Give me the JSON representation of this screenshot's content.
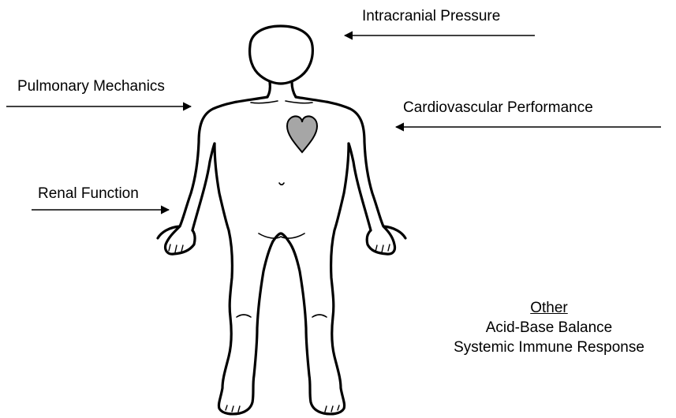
{
  "labels": {
    "intracranial_pressure": "Intracranial Pressure",
    "pulmonary_mechanics": "Pulmonary Mechanics",
    "cardiovascular_performance": "Cardiovascular Performance",
    "renal_function": "Renal Function"
  },
  "other": {
    "heading": "Other",
    "items": [
      "Acid-Base Balance",
      "Systemic Immune Response"
    ]
  },
  "colors": {
    "outline": "#000000",
    "heart_fill": "#a6a6a6",
    "background": "#ffffff"
  },
  "icons": {
    "body": "human-body-outline-icon",
    "heart": "heart-icon"
  }
}
